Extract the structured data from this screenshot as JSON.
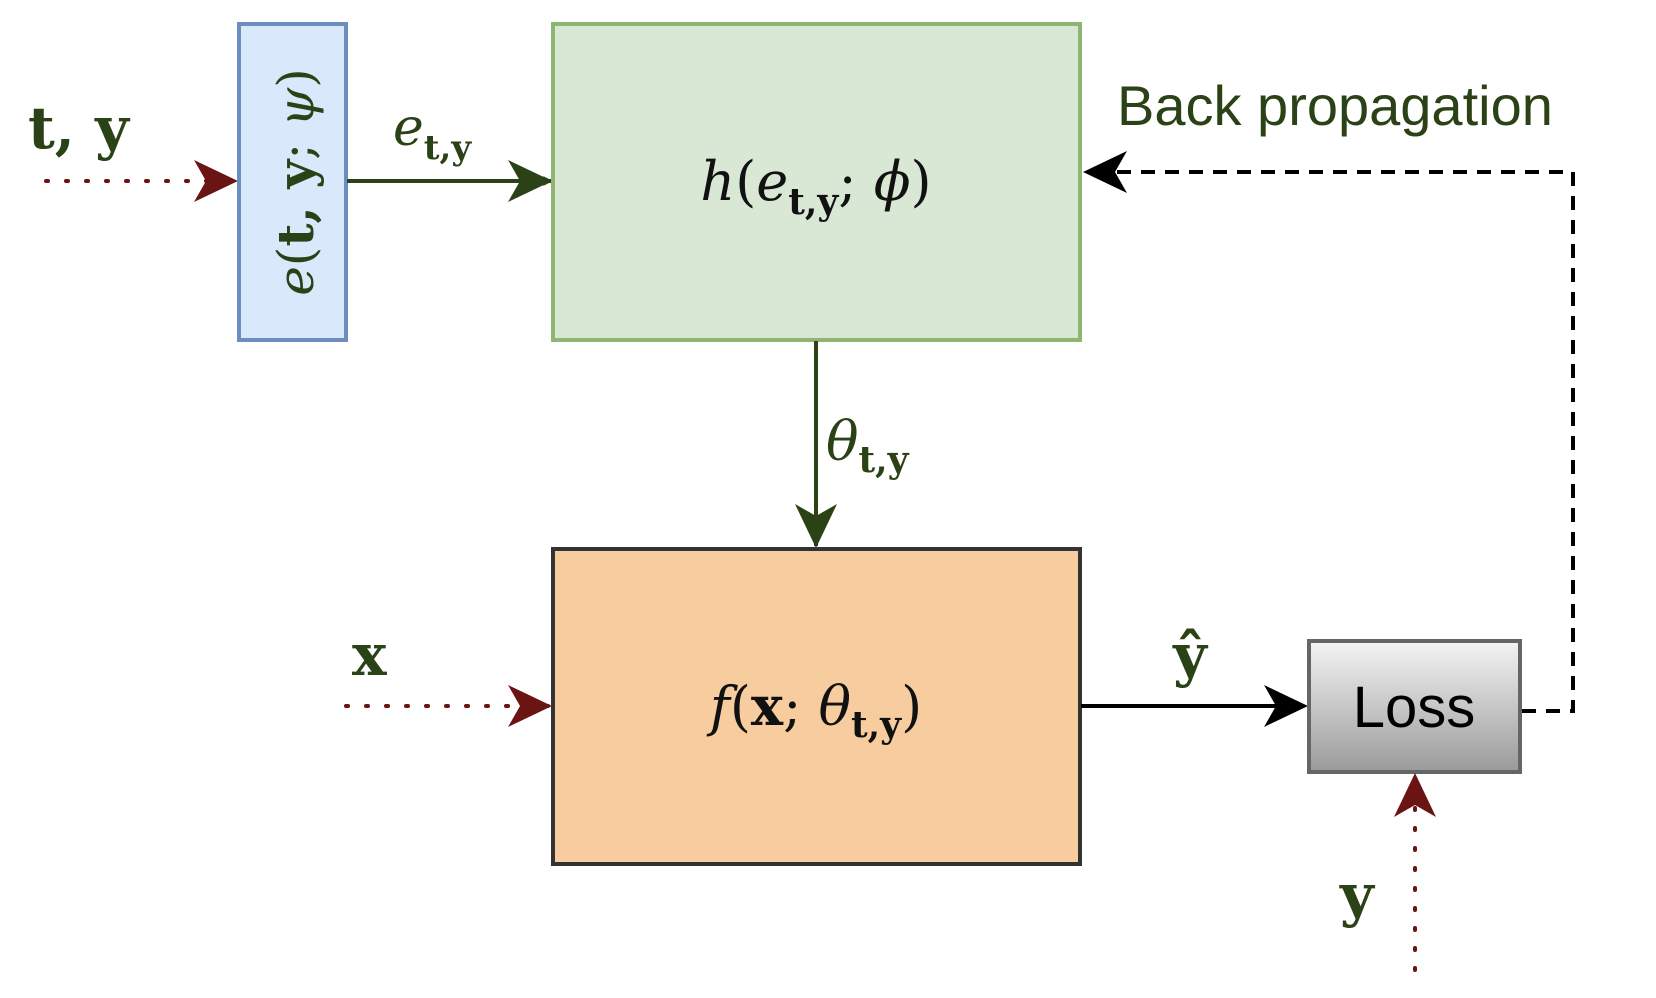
{
  "colors": {
    "green_dark": "#2a4216",
    "dotted_red": "#6b1414",
    "black": "#000000",
    "embed_fill": "#dae8fc",
    "embed_stroke": "#6c8ebf",
    "hyper_fill": "#d9e8d5",
    "hyper_stroke": "#8fb573",
    "target_fill": "#f7cd9f",
    "target_stroke": "#333333",
    "loss_fill_top": "#f4f4f4",
    "loss_fill_bottom": "#999999",
    "loss_stroke": "#666666"
  },
  "embedding": {
    "fn": "e",
    "open": "(",
    "args_bold": "t, y",
    "sep": "; ",
    "param": "ψ",
    "close": ")"
  },
  "hypernet": {
    "fn": "h",
    "open": "(",
    "arg": "e",
    "arg_sub": "t,y",
    "sep": "; ",
    "param": "ϕ",
    "close": ")"
  },
  "target_net": {
    "fn": "f",
    "open": "(",
    "arg_bold": "x",
    "sep": "; ",
    "param": "θ",
    "param_sub": "t,y",
    "close": ")"
  },
  "loss": {
    "label": "Loss"
  },
  "inputs": {
    "ty": "t, y",
    "x": "x",
    "y": "y"
  },
  "edge_labels": {
    "embedding_out": {
      "main": "e",
      "sub": "t,y"
    },
    "params_out": {
      "main": "θ",
      "sub": "t,y"
    },
    "prediction": "ŷ"
  },
  "backprop": {
    "label": "Back propagation"
  }
}
